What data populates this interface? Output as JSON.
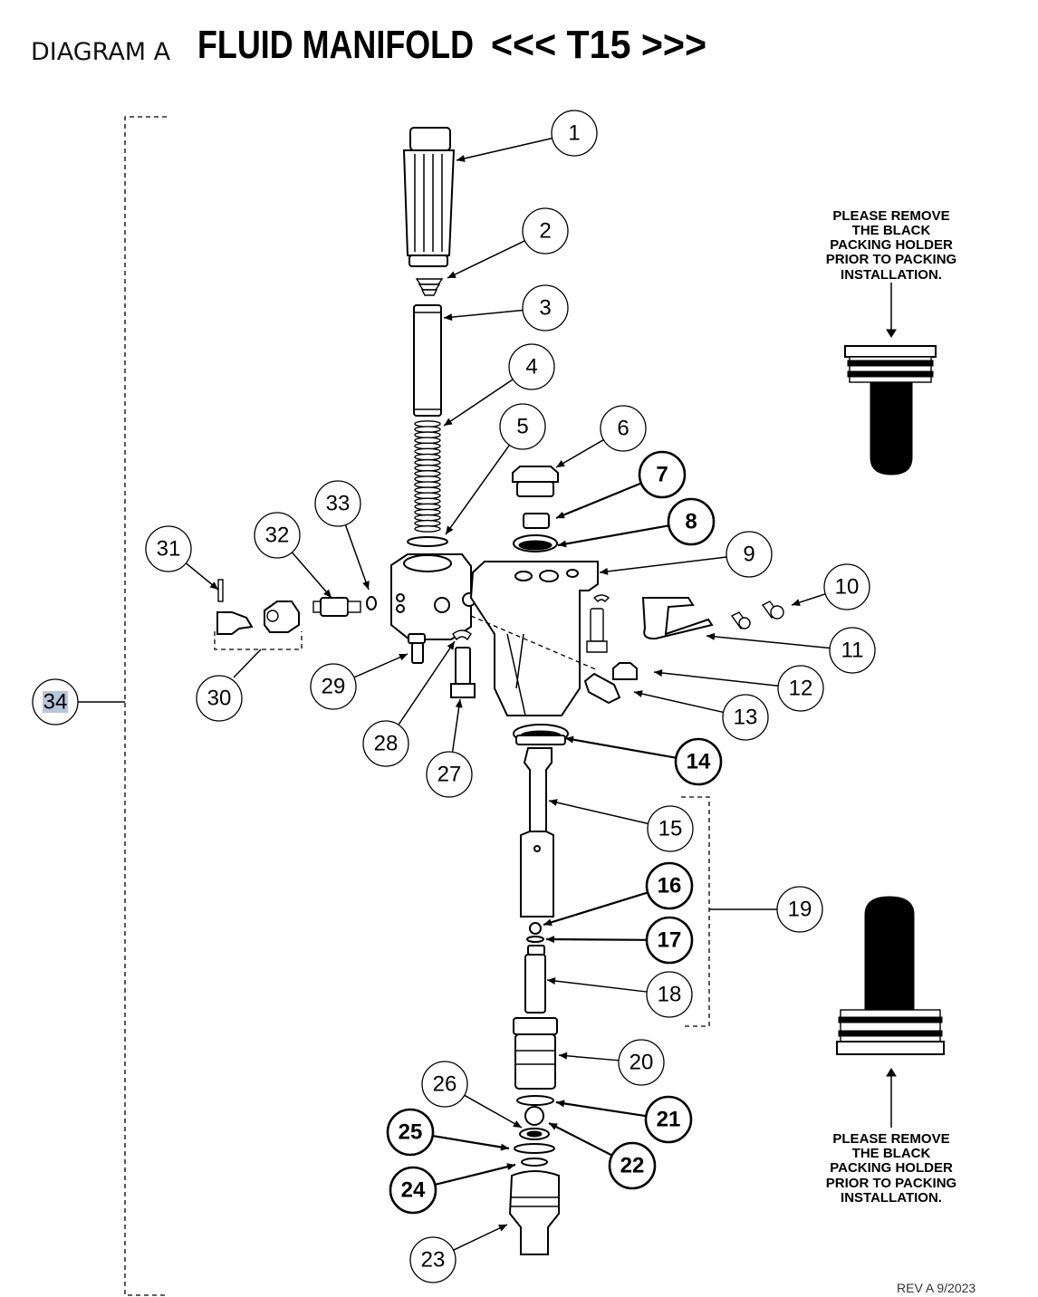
{
  "header": {
    "prefix": "DIAGRAM A",
    "title": "FLUID MANIFOLD",
    "model": "<<< T15 >>>"
  },
  "notes": {
    "top": [
      "PLEASE REMOVE",
      "THE BLACK",
      "PACKING HOLDER",
      "PRIOR TO PACKING",
      "INSTALLATION."
    ],
    "bottom": [
      "PLEASE REMOVE",
      "THE BLACK",
      "PACKING HOLDER",
      "PRIOR TO PACKING",
      "INSTALLATION."
    ]
  },
  "revision": "REV A 9/2023",
  "callouts": [
    {
      "id": "1",
      "bold": false
    },
    {
      "id": "2",
      "bold": false
    },
    {
      "id": "3",
      "bold": false
    },
    {
      "id": "4",
      "bold": false
    },
    {
      "id": "5",
      "bold": false
    },
    {
      "id": "6",
      "bold": false
    },
    {
      "id": "7",
      "bold": true
    },
    {
      "id": "8",
      "bold": true
    },
    {
      "id": "9",
      "bold": false
    },
    {
      "id": "10",
      "bold": false
    },
    {
      "id": "11",
      "bold": false
    },
    {
      "id": "12",
      "bold": false
    },
    {
      "id": "13",
      "bold": false
    },
    {
      "id": "14",
      "bold": true
    },
    {
      "id": "15",
      "bold": false
    },
    {
      "id": "16",
      "bold": true
    },
    {
      "id": "17",
      "bold": true
    },
    {
      "id": "18",
      "bold": false
    },
    {
      "id": "19",
      "bold": false
    },
    {
      "id": "20",
      "bold": false
    },
    {
      "id": "21",
      "bold": true
    },
    {
      "id": "22",
      "bold": true
    },
    {
      "id": "23",
      "bold": false
    },
    {
      "id": "24",
      "bold": true
    },
    {
      "id": "25",
      "bold": true
    },
    {
      "id": "26",
      "bold": false
    },
    {
      "id": "27",
      "bold": false
    },
    {
      "id": "28",
      "bold": false
    },
    {
      "id": "29",
      "bold": false
    },
    {
      "id": "30",
      "bold": false
    },
    {
      "id": "31",
      "bold": false
    },
    {
      "id": "32",
      "bold": false
    },
    {
      "id": "33",
      "bold": false
    },
    {
      "id": "34",
      "bold": false,
      "highlighted": true
    }
  ],
  "colors": {
    "ink": "#000000",
    "highlight": "#b7c7db",
    "background": "#ffffff"
  }
}
